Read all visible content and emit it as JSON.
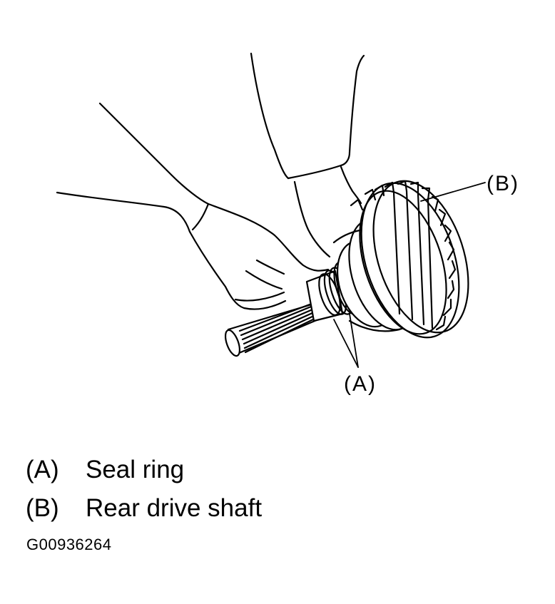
{
  "callouts": {
    "a": "(A)",
    "b": "(B)"
  },
  "legend": [
    {
      "key": "(A)",
      "text": "Seal ring"
    },
    {
      "key": "(B)",
      "text": "Rear drive shaft"
    }
  ],
  "figure_id": "G00936264"
}
